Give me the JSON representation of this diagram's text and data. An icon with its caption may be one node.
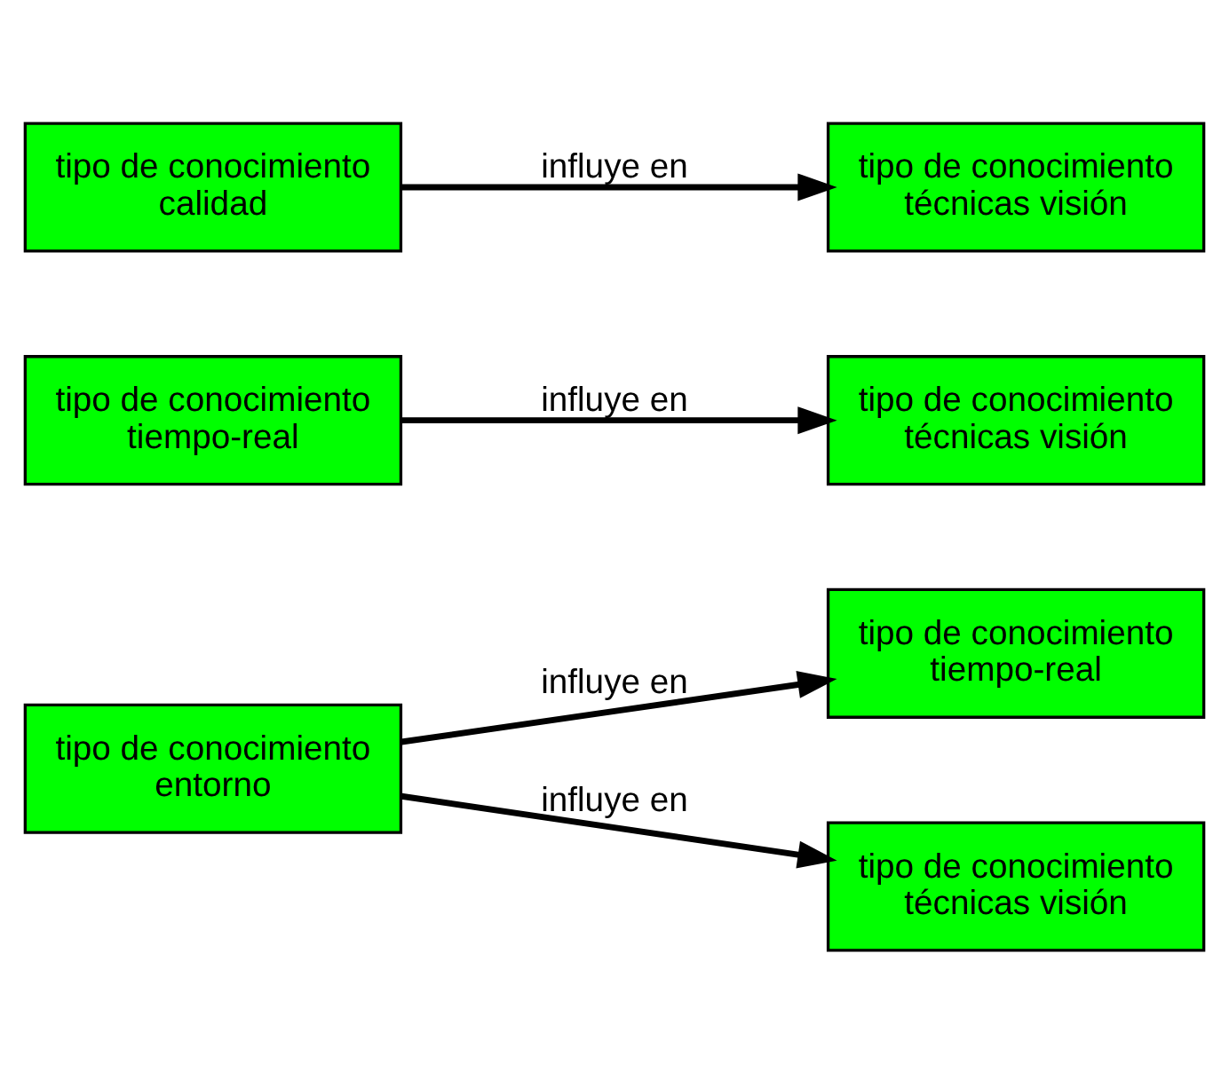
{
  "diagram": {
    "nodes": [
      {
        "text": [
          "tipo de conocimiento",
          "entorno"
        ]
      },
      {
        "text": [
          "tipo de conocimiento",
          "tiempo-real"
        ]
      },
      {
        "text": [
          "tipo de conocimiento",
          "técnicas visión"
        ]
      },
      {
        "text": [
          "tipo de conocimiento",
          "tiempo-real"
        ]
      },
      {
        "text": [
          "tipo de conocimiento",
          "técnicas visión"
        ]
      },
      {
        "text": [
          "tipo de conocimiento",
          "calidad"
        ]
      },
      {
        "text": [
          "tipo de conocimiento",
          "técnicas visión"
        ]
      }
    ],
    "edges": [
      {
        "from": 0,
        "to": 1,
        "arrow": "to",
        "label": "influye en"
      },
      {
        "from": 0,
        "to": 2,
        "arrow": "to",
        "label": "influye en"
      },
      {
        "from": 3,
        "to": 4,
        "arrow": "to",
        "label": "influye en"
      },
      {
        "from": 5,
        "to": 6,
        "arrow": "to",
        "label": "influye en"
      }
    ]
  }
}
